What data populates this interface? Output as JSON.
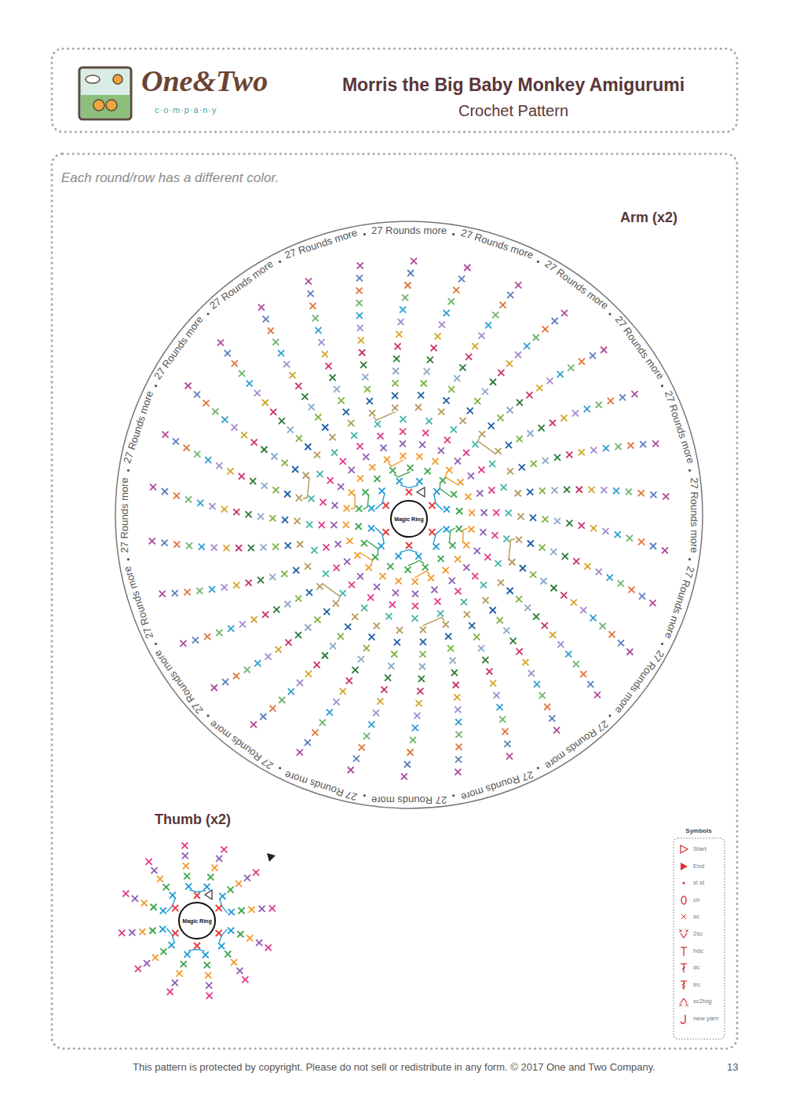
{
  "diagram": {
    "title": "Morris the Big Baby Monkey Amigurumi",
    "nodes": [
      {
        "text": [
          "Magic Ring"
        ]
      },
      {
        "text": [
          "Magic Ring"
        ]
      }
    ],
    "labels": [
      "One&Two",
      "c·o·m·p·a·n·y",
      "Crochet Pattern",
      "Each round/row has a different color.",
      "Arm (x2)",
      "27 Rounds more",
      "27 Rounds more",
      "27 Rounds more",
      "27 Rounds more",
      "27 Rounds more",
      "27 Rounds more",
      "27 Rounds more",
      "27 Rounds more",
      "27 Rounds more",
      "27 Rounds more",
      "27 Rounds more",
      "27 Rounds more",
      "27 Rounds more",
      "27 Rounds more",
      "27 Rounds more",
      "27 Rounds more",
      "27 Rounds more",
      "27 Rounds more",
      "27 Rounds more",
      "27 Rounds more",
      "Thumb (x2)",
      "Symbols",
      "This pattern is protected by copyright. Please do not sell or redistribute in any form. © 2017 One and Two Company.",
      "13"
    ],
    "legend": [
      {
        "text": "Start"
      },
      {
        "text": "End"
      },
      {
        "text": "sl st"
      },
      {
        "text": "ch"
      },
      {
        "text": "sc"
      },
      {
        "text": "2sc"
      },
      {
        "text": "hdc"
      },
      {
        "text": "dc"
      },
      {
        "text": "trc"
      },
      {
        "text": "sc2tog"
      },
      {
        "text": "new yarn"
      }
    ]
  }
}
